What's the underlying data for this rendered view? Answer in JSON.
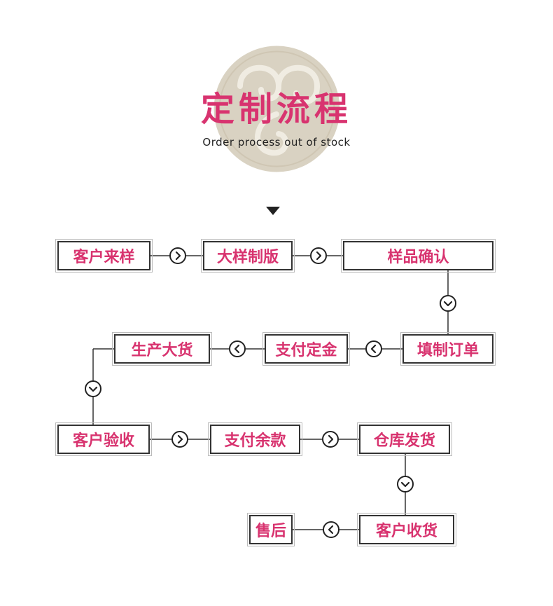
{
  "header": {
    "title": "定制流程",
    "subtitle": "Order process out of stock"
  },
  "steps": [
    "客户来样",
    "大样制版",
    "样品确认",
    "填制订单",
    "支付定金",
    "生产大货",
    "客户验收",
    "支付余款",
    "仓库发货",
    "客户收货",
    "售后"
  ],
  "colors": {
    "accent": "#d8336f",
    "border": "#333333",
    "emblem": "#d9d2c2"
  }
}
